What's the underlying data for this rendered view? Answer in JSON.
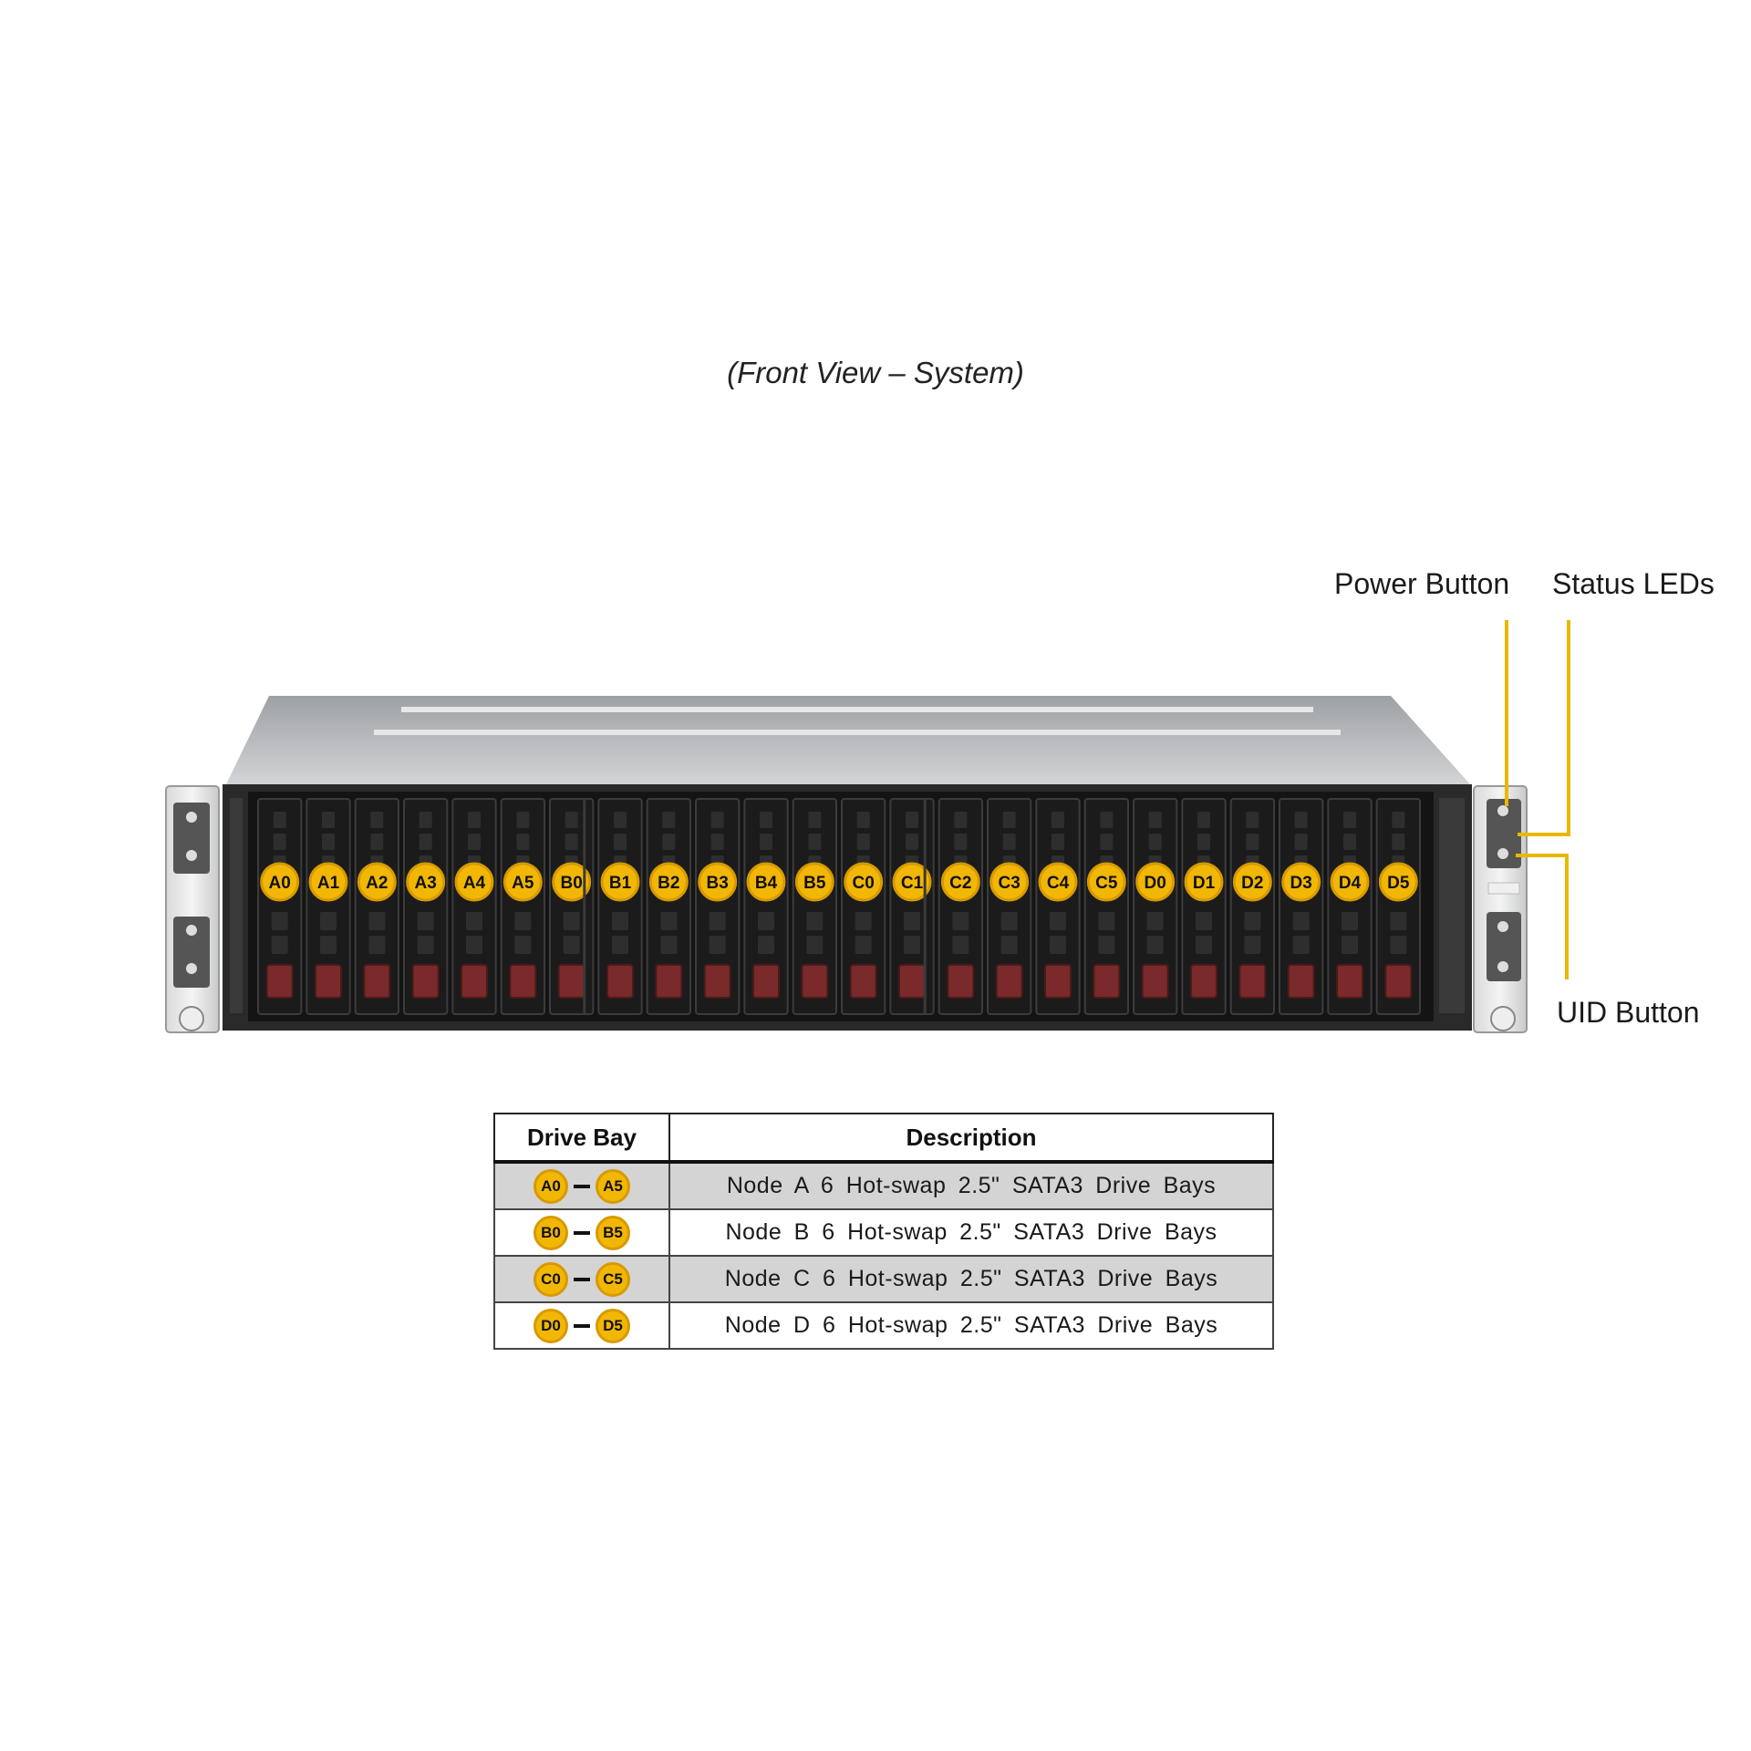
{
  "caption": "(Front View – System)",
  "callouts": {
    "power": "Power Button",
    "status": "Status LEDs",
    "uid": "UID Button"
  },
  "colors": {
    "badge": "#f2b705",
    "callout_line": "#e8b800",
    "drive_tray": "#1b1b1b",
    "drive_latch": "#7a2a2a",
    "chassis_top": "#bfc2c4",
    "table_shade": "#d4d4d4"
  },
  "drive_bays": [
    "A0",
    "A1",
    "A2",
    "A3",
    "A4",
    "A5",
    "B0",
    "B1",
    "B2",
    "B3",
    "B4",
    "B5",
    "C0",
    "C1",
    "C2",
    "C3",
    "C4",
    "C5",
    "D0",
    "D1",
    "D2",
    "D3",
    "D4",
    "D5"
  ],
  "table": {
    "headers": [
      "Drive Bay",
      "Description"
    ],
    "rows": [
      {
        "from": "A0",
        "to": "A5",
        "description": "Node A 6 Hot-swap 2.5\" SATA3 Drive Bays"
      },
      {
        "from": "B0",
        "to": "B5",
        "description": "Node B 6 Hot-swap 2.5\" SATA3 Drive Bays"
      },
      {
        "from": "C0",
        "to": "C5",
        "description": "Node C 6 Hot-swap 2.5\" SATA3 Drive Bays"
      },
      {
        "from": "D0",
        "to": "D5",
        "description": "Node D 6 Hot-swap 2.5\" SATA3 Drive Bays"
      }
    ]
  }
}
